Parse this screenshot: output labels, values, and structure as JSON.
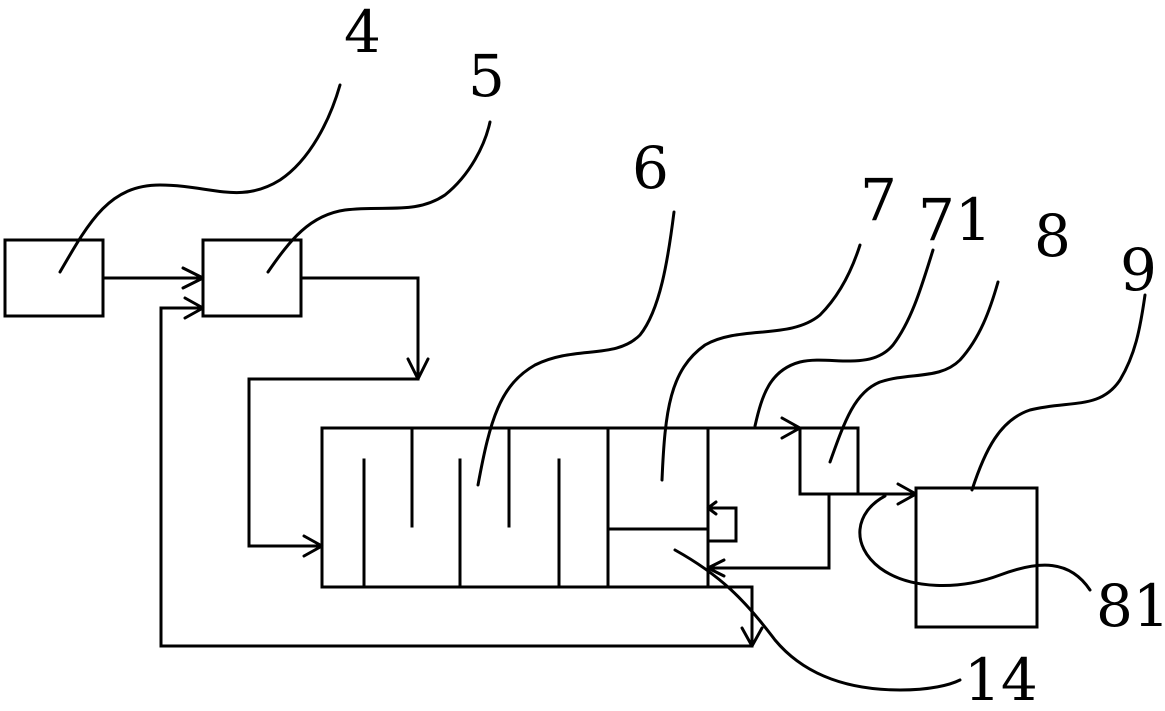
{
  "diagram": {
    "labels": {
      "l4": "4",
      "l5": "5",
      "l6": "6",
      "l7": "7",
      "l71": "71",
      "l8": "8",
      "l9": "9",
      "l81": "81",
      "l14": "14"
    },
    "line_color": "#000000",
    "background": "#ffffff"
  }
}
